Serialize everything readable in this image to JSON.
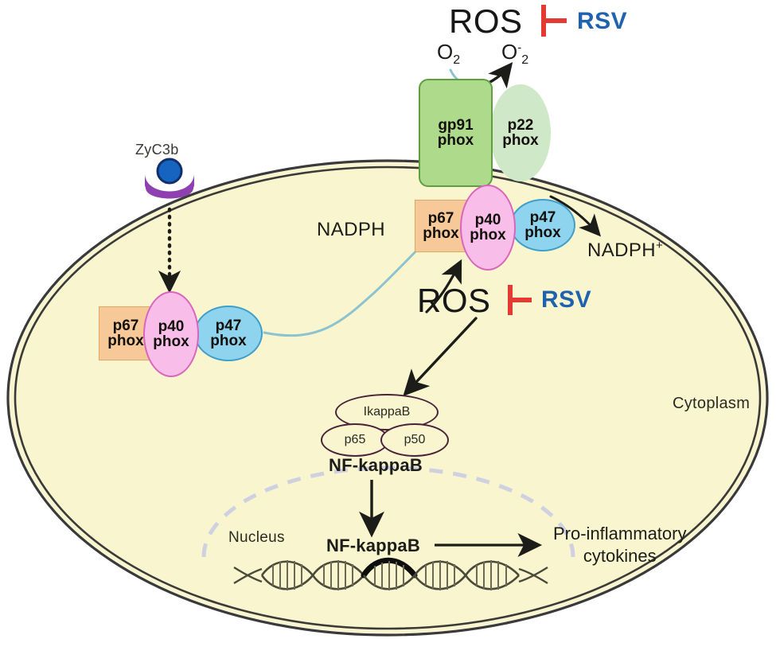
{
  "diagram": {
    "title": "NADPH oxidase / NF-kappaB ROS signalling pathway",
    "colors": {
      "cytoplasm": "#f9f6cf",
      "membrane": "#3a3a38",
      "gp91_fill": "#aeda8c",
      "gp91_border": "#5f9f3f",
      "p22_fill": "#cfe8c8",
      "p67_fill": "#f7c998",
      "p67_border": "#e0a763",
      "p40_fill": "#f9bde9",
      "p40_border": "#d965bc",
      "p47_fill": "#8fd4ef",
      "p47_border": "#3f9fc9",
      "inhibitor_red": "#e33b34",
      "rsv_blue": "#1f63b0",
      "receptor_purple": "#8e3fb0",
      "receptor_blue": "#1565c0",
      "teal_curve": "#79b7c4",
      "nucleus_dash": "#cfd0e0",
      "nf_ellipse_border": "#4a2338"
    },
    "top": {
      "ros_label": "ROS",
      "inhibitor_glyph": "inhibition-bar-icon",
      "rsv_label": "RSV",
      "o2_label": "O",
      "o2_sub": "2",
      "superoxide_label": "O",
      "superoxide_sup": "-",
      "superoxide_sub": "2"
    },
    "membrane_complex": {
      "gp91": {
        "line1": "gp91",
        "line2": "phox"
      },
      "p22": {
        "line1": "p22",
        "line2": "phox"
      }
    },
    "active_complex": {
      "p67": {
        "line1": "p67",
        "line2": "phox"
      },
      "p40": {
        "line1": "p40",
        "line2": "phox"
      },
      "p47": {
        "line1": "p47",
        "line2": "phox"
      },
      "nadph_in": "NADPH",
      "nadph_out": "NADPH",
      "nadph_out_sup": "+"
    },
    "cytosolic_complex": {
      "p67": {
        "line1": "p67",
        "line2": "phox"
      },
      "p40": {
        "line1": "p40",
        "line2": "phox"
      },
      "p47": {
        "line1": "p47",
        "line2": "phox"
      }
    },
    "receptor": {
      "label": "ZyC3b",
      "ligand_icon": "receptor-ligand-circle-icon",
      "receptor_icon": "receptor-cup-icon"
    },
    "middle": {
      "ros_label": "ROS",
      "inhibitor_glyph": "inhibition-bar-icon",
      "rsv_label": "RSV"
    },
    "nfkb_complex": {
      "ikappab": "IkappaB",
      "p65": "p65",
      "p50": "p50",
      "caption": "NF-kappaB"
    },
    "nucleus": {
      "label": "Nucleus",
      "nfkb_nuclear": "NF-kappaB",
      "dna_icon": "dna-double-helix-icon"
    },
    "outputs": {
      "cytokines_line1": "Pro-inflammatory",
      "cytokines_line2": "cytokines"
    },
    "cytoplasm_label": "Cytoplasm"
  }
}
